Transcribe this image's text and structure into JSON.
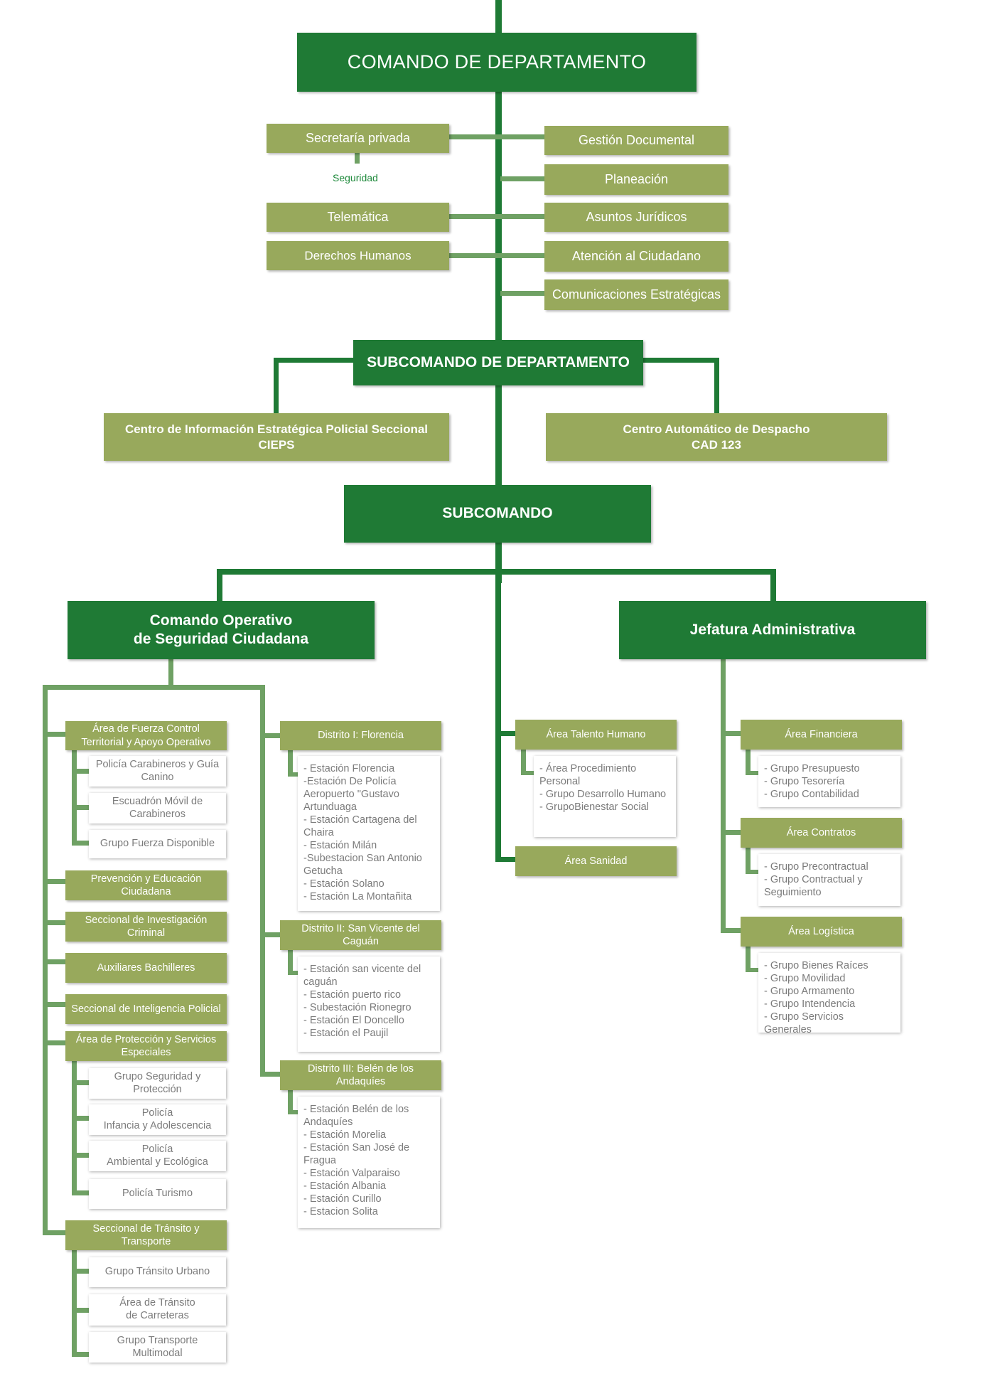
{
  "top": {
    "comando_departamento": "COMANDO DE DEPARTAMENTO",
    "left": {
      "secretaria": "Secretaría privada",
      "seguridad": "Seguridad",
      "telematica": "Telemática",
      "derechos_humanos": "Derechos Humanos"
    },
    "right": {
      "gestion_documental": "Gestión Documental",
      "planeacion": "Planeación",
      "asuntos_juridicos": "Asuntos Jurídicos",
      "atencion_ciudadano": "Atención al Ciudadano",
      "comunicaciones": "Comunicaciones Estratégicas"
    }
  },
  "subcomando_departamento": {
    "title": "SUBCOMANDO DE DEPARTAMENTO",
    "cieps_line1": "Centro de Información Estratégica Policial Seccional",
    "cieps_line2": "CIEPS",
    "cad_line1": "Centro Automático de Despacho",
    "cad_line2": "CAD 123"
  },
  "subcomando": "SUBCOMANDO",
  "cosc": {
    "title_line1": "Comando Operativo",
    "title_line2": "de Seguridad Ciudadana",
    "areas": {
      "fuerza_control": "Área de Fuerza Control Territorial y Apoyo Operativo",
      "carabineros": "Policía Carabineros y Guía Canino",
      "escuadron": "Escuadrón Móvil de Carabineros",
      "fuerza_disponible": "Grupo Fuerza Disponible",
      "prevencion": "Prevención y Educación Ciudadana",
      "investigacion": "Seccional de Investigación Criminal",
      "auxiliares": "Auxiliares Bachilleres",
      "inteligencia": "Seccional de Inteligencia Policial",
      "proteccion": "Área de Protección y Servicios Especiales",
      "seguridad_proteccion": "Grupo Seguridad y Protección",
      "infancia_l1": "Policía",
      "infancia_l2": "Infancia y Adolescencia",
      "ambiental_l1": "Policía",
      "ambiental_l2": "Ambiental y Ecológica",
      "turismo": "Policía Turismo",
      "transito": "Seccional de Tránsito y Transporte",
      "transito_urbano": "Grupo Tránsito Urbano",
      "carreteras_l1": "Área de Tránsito",
      "carreteras_l2": "de Carreteras",
      "multimodal_l1": "Grupo Transporte",
      "multimodal_l2": "Multimodal"
    },
    "distritos": [
      {
        "title": "Distrito I: Florencia",
        "stations": [
          "- Estación Florencia",
          "-Estación De Policía Aeropuerto \"Gustavo Artunduaga",
          "- Estación Cartagena del Chaira",
          "- Estación Milán",
          "-Subestacion San Antonio Getucha",
          "- Estación Solano",
          "- Estación La Montañita"
        ]
      },
      {
        "title": "Distrito II: San Vicente del Caguán",
        "stations": [
          "- Estación san vicente del caguán",
          "- Estación puerto rico",
          "- Subestación Rionegro",
          "- Estación El Doncello",
          "- Estación el Paujil"
        ]
      },
      {
        "title": "Distrito III: Belén de los Andaquíes",
        "stations": [
          "- Estación Belén de los Andaquíes",
          "- Estación Morelia",
          "- Estación San José de Fragua",
          "- Estación Valparaiso",
          "- Estación Albania",
          "- Estación Curillo",
          "- Estacion Solita"
        ]
      }
    ]
  },
  "centro": {
    "talento_humano": "Área Talento Humano",
    "talento_items": [
      "- Área Procedimiento Personal",
      "- Grupo Desarrollo Humano",
      "- GrupoBienestar Social"
    ],
    "sanidad": "Área Sanidad"
  },
  "jefatura": {
    "title": "Jefatura Administrativa",
    "financiera": "Área Financiera",
    "financiera_items": [
      "- Grupo Presupuesto",
      "- Grupo Tesorería",
      "- Grupo Contabilidad"
    ],
    "contratos": "Área Contratos",
    "contratos_items": [
      "- Grupo Precontractual",
      "- Grupo Contractual y Seguimiento"
    ],
    "logistica": "Área Logística",
    "logistica_items": [
      "- Grupo Bienes Raíces",
      "- Grupo Movilidad",
      "- Grupo Armamento",
      "- Grupo Intendencia",
      "- Grupo Servicios Generales"
    ]
  },
  "colors": {
    "dark_green": "#1f7a35",
    "light_green": "#6fa164",
    "olive": "#98a95c"
  }
}
